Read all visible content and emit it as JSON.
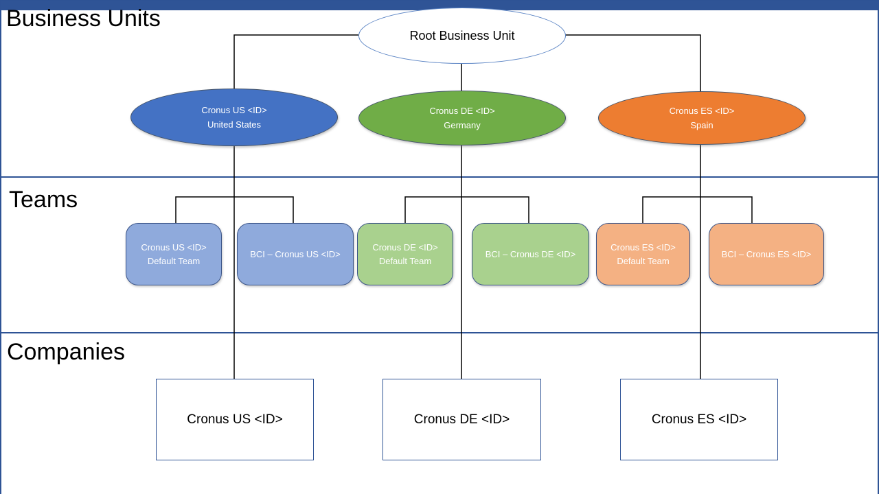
{
  "bands": {
    "business_units_label": "Business Units",
    "teams_label": "Teams",
    "companies_label": "Companies"
  },
  "root": {
    "label": "Root Business Unit"
  },
  "business_units": [
    {
      "line1": "Cronus US <ID>",
      "line2": "United States",
      "fill": "#4472C4"
    },
    {
      "line1": "Cronus DE <ID>",
      "line2": "Germany",
      "fill": "#70AD47"
    },
    {
      "line1": "Cronus ES <ID>",
      "line2": "Spain",
      "fill": "#ED7D31"
    }
  ],
  "teams": [
    {
      "line1": "Cronus US <ID>",
      "line2": "Default Team",
      "fill": "#8FAADC"
    },
    {
      "line1": "BCI – Cronus US <ID>",
      "line2": "",
      "fill": "#8FAADC"
    },
    {
      "line1": "Cronus DE <ID>",
      "line2": "Default Team",
      "fill": "#A9D18E"
    },
    {
      "line1": "BCI – Cronus DE <ID>",
      "line2": "",
      "fill": "#A9D18E"
    },
    {
      "line1": "Cronus ES <ID>",
      "line2": "Default Team",
      "fill": "#F4B183"
    },
    {
      "line1": "BCI – Cronus ES <ID>",
      "line2": "",
      "fill": "#F4B183"
    }
  ],
  "companies": [
    {
      "label": "Cronus US <ID>"
    },
    {
      "label": "Cronus DE <ID>"
    },
    {
      "label": "Cronus ES <ID>"
    }
  ],
  "colors": {
    "frame_blue": "#2E5395",
    "bottom_bar": "#2F5496",
    "connector": "#000000",
    "bu_blue": "#4472C4",
    "bu_green": "#70AD47",
    "bu_orange": "#ED7D31",
    "team_blue": "#8FAADC",
    "team_green": "#A9D18E",
    "team_orange": "#F4B183"
  }
}
